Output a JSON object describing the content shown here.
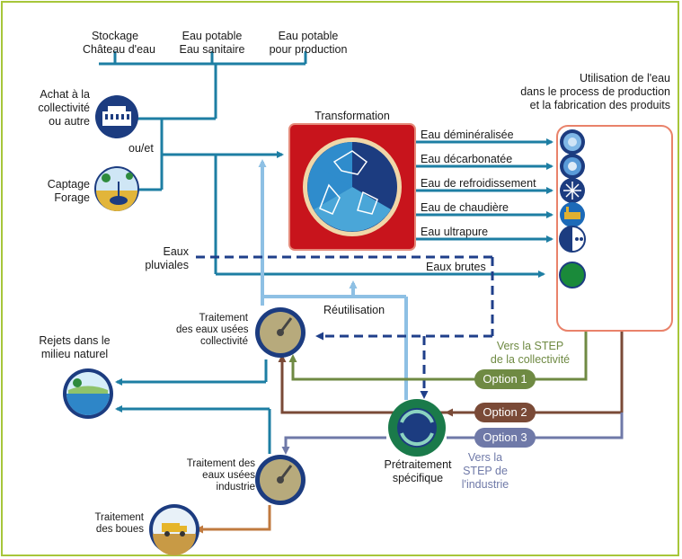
{
  "sources": {
    "storage": "Stockage\nChâteau d'eau",
    "potable_sanitary": "Eau potable\nEau sanitaire",
    "potable_production": "Eau potable\npour production",
    "purchase": "Achat à la\ncollectivité\nou autre",
    "capture": "Captage\nForage",
    "and_or": "ou/et",
    "rainwater": "Eaux\npluviales"
  },
  "transformation": {
    "title": "Transformation",
    "outputs": [
      "Eau déminéralisée",
      "Eau décarbonatée",
      "Eau de refroidissement",
      "Eau de chaudière",
      "Eau ultrapure"
    ],
    "raw_water": "Eaux brutes"
  },
  "usage": {
    "title": "Utilisation de l'eau\ndans le process de production\net la fabrication des produits"
  },
  "reuse": "Réutilisation",
  "treatment": {
    "collectivity": "Traitement\ndes eaux usées\ncollectivité",
    "industry": "Traitement des\neaux usées\nindustrie",
    "sludge": "Traitement\ndes boues",
    "pretreatment": "Prétraitement\nspécifique",
    "discharge": "Rejets dans le\nmilieu naturel"
  },
  "options": {
    "to_collectivity": "Vers la STEP\nde la collectivité",
    "to_industry": "Vers la\nSTEP de\nl'industrie",
    "option1": "Option 1",
    "option2": "Option 2",
    "option3": "Option 3"
  },
  "colors": {
    "frame": "#a7c63a",
    "flow_teal": "#1d7ea3",
    "reuse_light_blue": "#8ec0e4",
    "dashed_navy": "#1f3f8a",
    "option1_green": "#6f8a43",
    "option2_brown": "#7a4a37",
    "option3_violet": "#6f79a8",
    "sludge_orange": "#c07a3f",
    "transformation_red": "#c8141c",
    "usage_border": "#e9826a"
  }
}
